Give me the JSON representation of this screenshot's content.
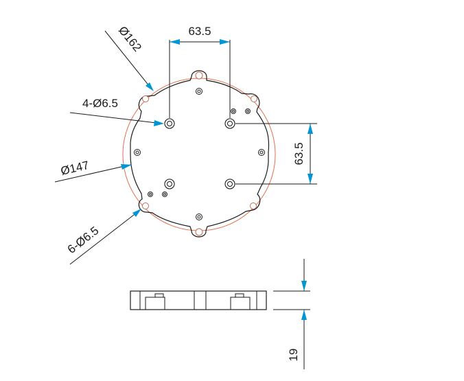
{
  "dimensions": {
    "top_span": "63.5",
    "right_span": "63.5",
    "outer_diameter": "Ø162",
    "inner_diameter": "Ø147",
    "four_holes": "4-Ø6.5",
    "six_holes": "6-Ø6.5",
    "thickness": "19"
  },
  "colors": {
    "line": "#1a1a1a",
    "arrow": "#0096d6",
    "reference_circle": "#e07050"
  }
}
